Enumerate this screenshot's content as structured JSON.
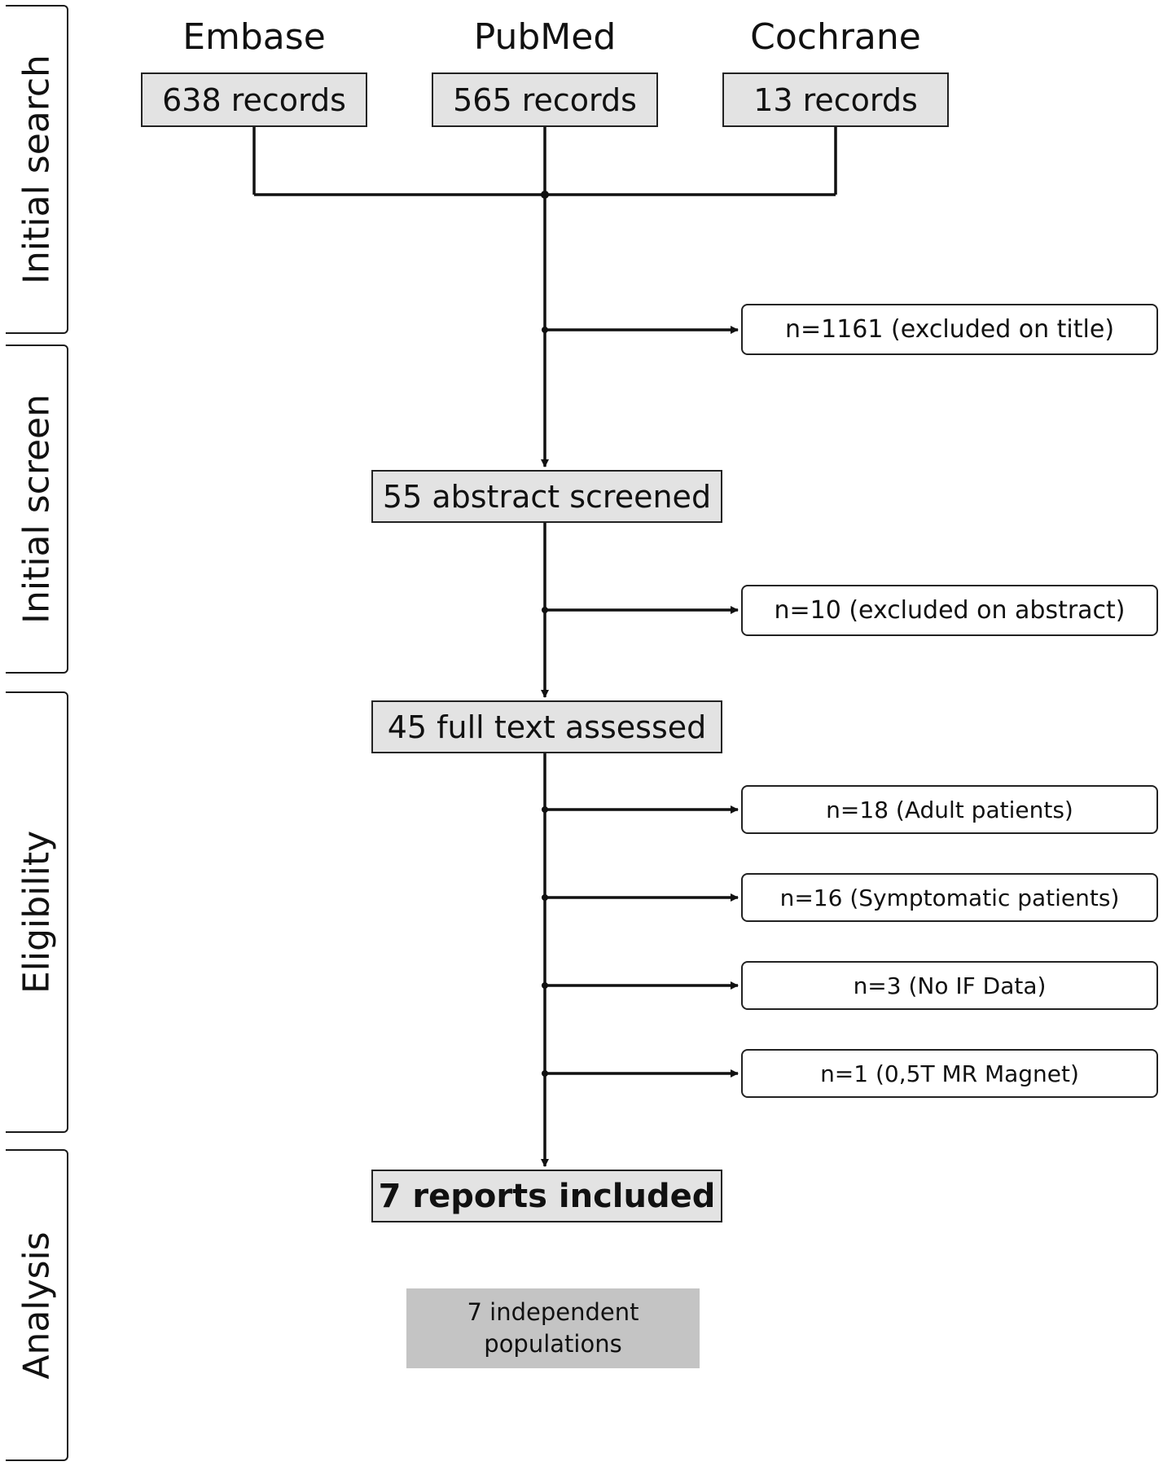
{
  "stages": [
    {
      "label": "Initial search"
    },
    {
      "label": "Initial screen"
    },
    {
      "label": "Eligibility"
    },
    {
      "label": "Analysis"
    }
  ],
  "sources": [
    {
      "name": "Embase",
      "records": "638 records"
    },
    {
      "name": "PubMed",
      "records": "565 records"
    },
    {
      "name": "Cochrane",
      "records": "13 records"
    }
  ],
  "flow": {
    "excluded_title": "n=1161 (excluded on title)",
    "abstract_screened": "55 abstract screened",
    "excluded_abstract": "n=10 (excluded on abstract)",
    "full_text": "45 full text assessed",
    "exclusions": [
      "n=18 (Adult patients)",
      "n=16 (Symptomatic patients)",
      "n=3 (No IF Data)",
      "n=1 (0,5T MR Magnet)"
    ],
    "included": "7 reports included",
    "populations": "7 independent populations"
  }
}
